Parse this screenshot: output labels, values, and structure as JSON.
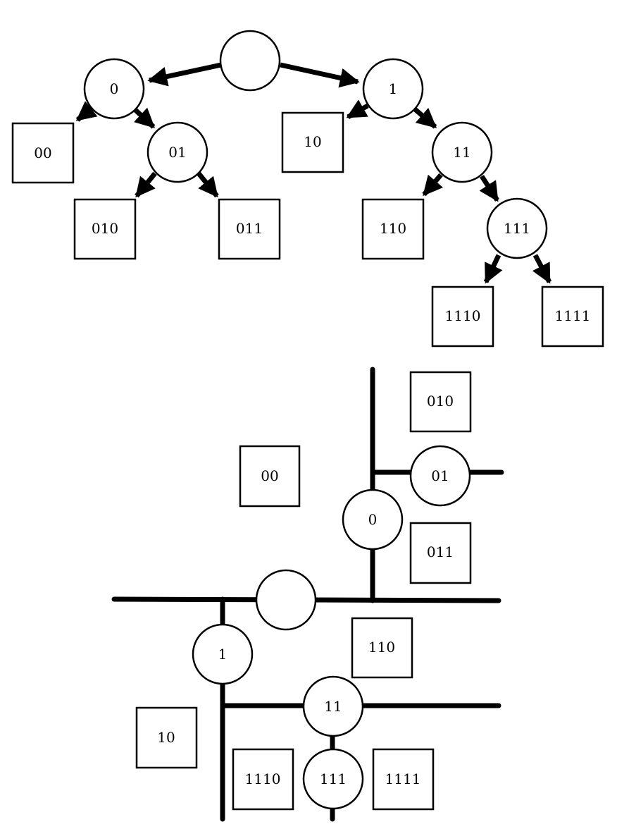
{
  "colors": {
    "stroke": "#000000",
    "fill": "#ffffff"
  },
  "tree": {
    "nodes": {
      "root": "",
      "n0": "0",
      "n1": "1",
      "n01": "01",
      "n11": "11",
      "n111": "111"
    },
    "leaves": {
      "l00": "00",
      "l010": "010",
      "l011": "011",
      "l10": "10",
      "l110": "110",
      "l1110": "1110",
      "l1111": "1111"
    }
  },
  "partition": {
    "nodes": {
      "root": "",
      "n0": "0",
      "n01": "01",
      "n1": "1",
      "n11": "11",
      "n111": "111"
    },
    "regions": {
      "r010": "010",
      "r00": "00",
      "r011": "011",
      "r110": "110",
      "r10": "10",
      "r1110": "1110",
      "r1111": "1111"
    }
  }
}
